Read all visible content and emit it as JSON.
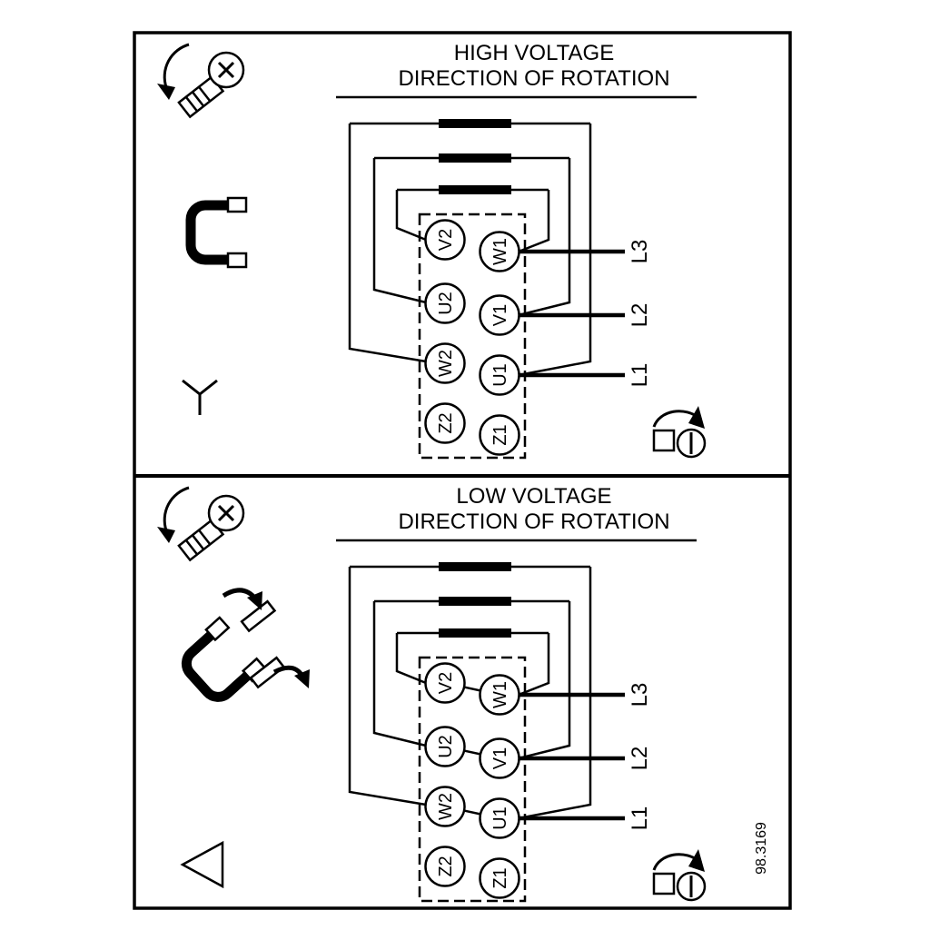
{
  "figure": {
    "number": "98.3169"
  },
  "colors": {
    "ink": "#000000",
    "paper": "#ffffff"
  },
  "panels": [
    {
      "name": "High voltage connection (star)",
      "title_line1": "HIGH VOLTAGE",
      "title_line2": "DIRECTION OF ROTATION",
      "connection_symbol": "star",
      "terminals": {
        "left_column": [
          "V2",
          "U2",
          "W2",
          "Z2"
        ],
        "right_column": [
          "W1",
          "V1",
          "U1",
          "Z1"
        ]
      },
      "supply_lines": [
        "L3",
        "L2",
        "L1"
      ],
      "icons": [
        "screw-rotation",
        "jumper-bracket",
        "star-connection",
        "pump-rotation"
      ]
    },
    {
      "name": "Low voltage connection (delta)",
      "title_line1": "LOW VOLTAGE",
      "title_line2": "DIRECTION OF ROTATION",
      "connection_symbol": "delta",
      "terminals": {
        "left_column": [
          "V2",
          "U2",
          "W2",
          "Z2"
        ],
        "right_column": [
          "W1",
          "V1",
          "U1",
          "Z1"
        ]
      },
      "supply_lines": [
        "L3",
        "L2",
        "L1"
      ],
      "icons": [
        "screw-rotation",
        "jumper-bracket-moved",
        "delta-connection",
        "pump-rotation"
      ]
    }
  ]
}
